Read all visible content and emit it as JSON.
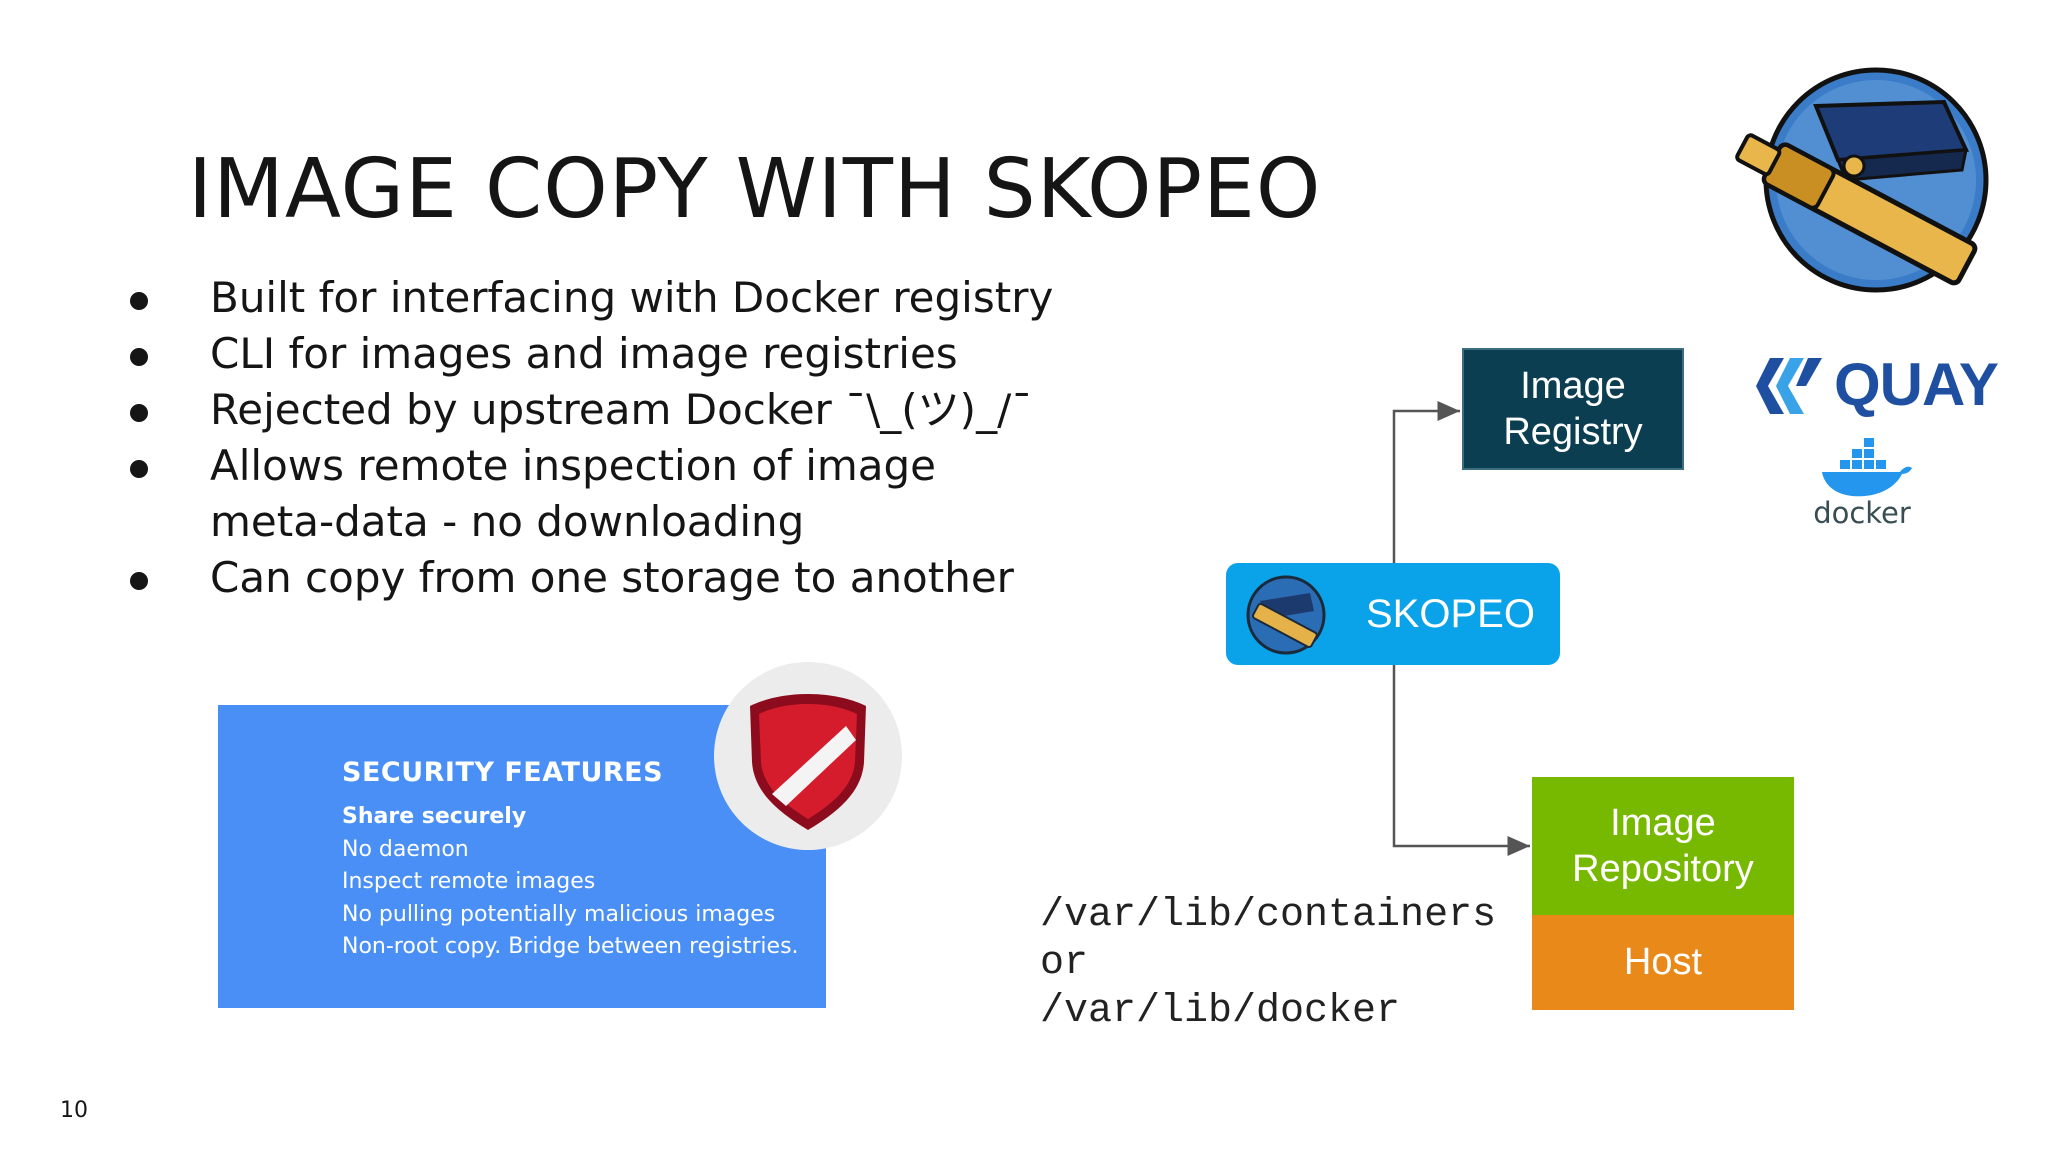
{
  "slide": {
    "title": "IMAGE COPY WITH SKOPEO",
    "page_number": "10"
  },
  "bullets": [
    "Built for interfacing with Docker registry",
    "CLI for images and image registries",
    "Rejected by upstream Docker ¯\\_(ツ)_/¯",
    "Allows remote inspection of image meta-data - no downloading",
    "Can copy from one storage to another"
  ],
  "security": {
    "title": "SECURITY FEATURES",
    "lines": [
      "Share securely",
      "No daemon",
      "Inspect remote images",
      "No pulling potentially malicious images",
      "Non-root copy. Bridge between registries."
    ]
  },
  "diagram": {
    "registry_line1": "Image",
    "registry_line2": "Registry",
    "skopeo_label": "SKOPEO",
    "repo_line1": "Image",
    "repo_line2": "Repository",
    "host_label": "Host",
    "path_line1": "/var/lib/containers",
    "path_line2": "or",
    "path_line3": "/var/lib/docker"
  },
  "logos": {
    "quay": "QUAY",
    "docker": "docker"
  },
  "icons": [
    "skopeo-telescope-icon",
    "shield-icon",
    "quay-logo-icon",
    "docker-whale-icon",
    "arrow-icon"
  ],
  "colors": {
    "security_box": "#4a8ff5",
    "registry": "#0c3e52",
    "skopeo": "#0aa2e8",
    "repository": "#76b900",
    "host": "#e8891a",
    "shield": "#c8102e",
    "quay": "#1f4fa0"
  }
}
